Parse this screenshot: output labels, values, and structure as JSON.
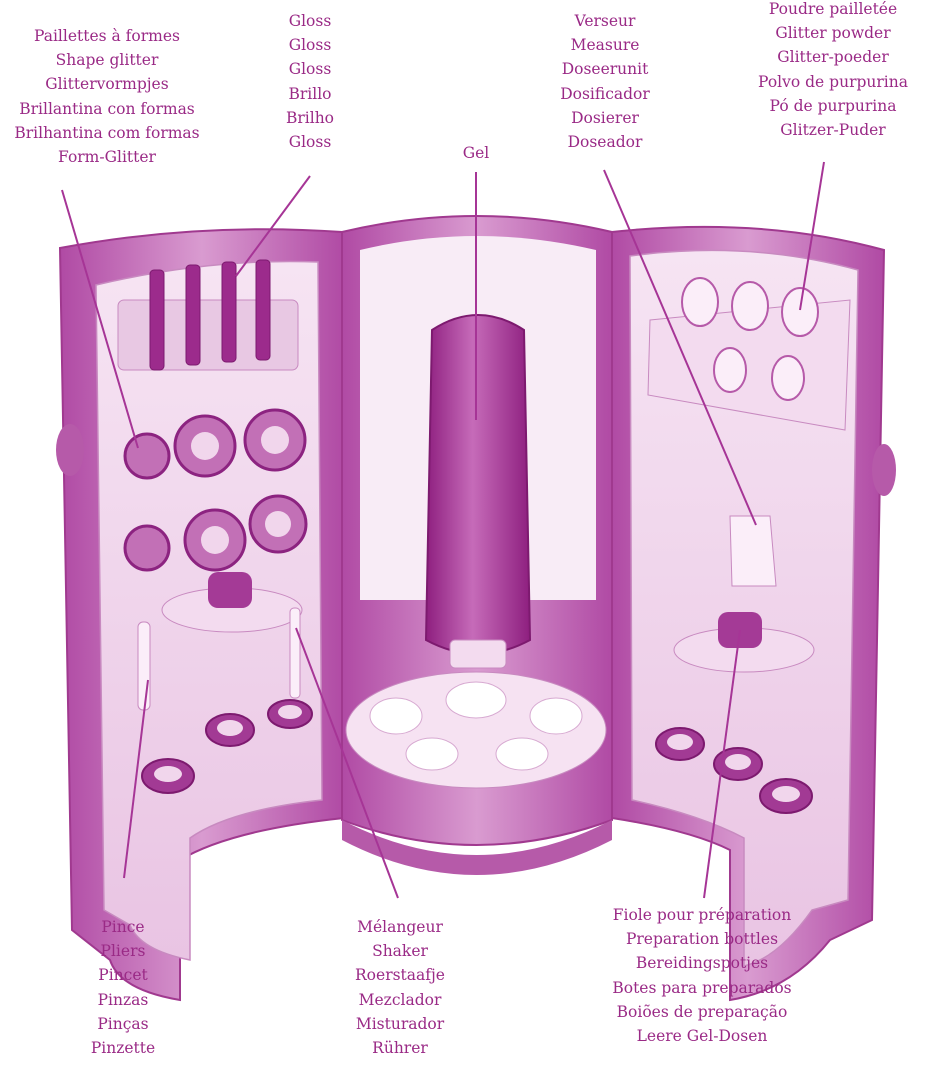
{
  "colors": {
    "text": "#9a2a86",
    "case_dark": "#b04aa4",
    "case_mid": "#cf86c6",
    "case_light": "#f2d7ee",
    "leader": "#a63596"
  },
  "labels": {
    "shape_glitter": [
      "Paillettes à formes",
      "Shape glitter",
      "Glittervormpjes",
      "Brillantina con formas",
      "Brilhantina com formas",
      "Form-Glitter"
    ],
    "gloss": [
      "Gloss",
      "Gloss",
      "Gloss",
      "Brillo",
      "Brilho",
      "Gloss"
    ],
    "gel": [
      "Gel"
    ],
    "measure": [
      "Verseur",
      "Measure",
      "Doseerunit",
      "Dosificador",
      "Dosierer",
      "Doseador"
    ],
    "glitter_powder": [
      "Poudre pailletée",
      "Glitter powder",
      "Glitter-poeder",
      "Polvo de purpurina",
      "Pó de purpurina",
      "Glitzer-Puder"
    ],
    "pliers": [
      "Pince",
      "Pliers",
      "Pincet",
      "Pinzas",
      "Pinças",
      "Pinzette"
    ],
    "shaker": [
      "Mélangeur",
      "Shaker",
      "Roerstaafje",
      "Mezclador",
      "Misturador",
      "Rührer"
    ],
    "preparation_bottles": [
      "Fiole pour préparation",
      "Preparation bottles",
      "Bereidingspotjes",
      "Botes para preparados",
      "Boiões de preparação",
      "Leere Gel-Dosen"
    ]
  }
}
